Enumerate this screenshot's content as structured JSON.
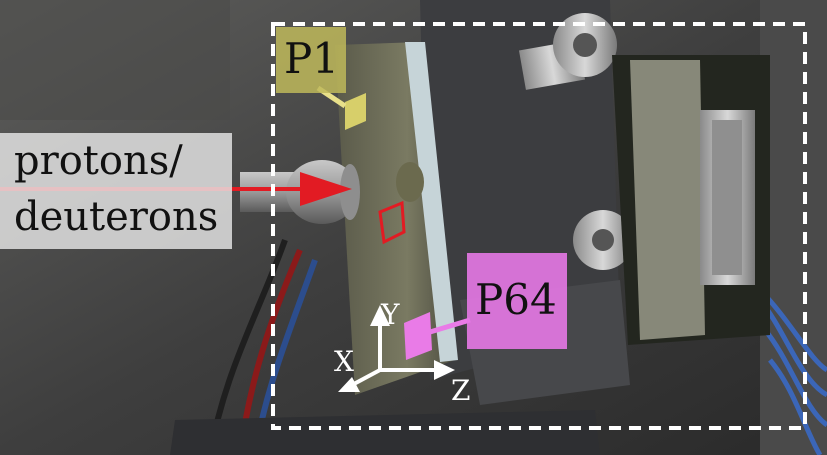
{
  "beam": {
    "line1": "protons/",
    "line2": "deuterons"
  },
  "pads": {
    "first": "P1",
    "last": "P64"
  },
  "axes": {
    "y": "Y",
    "x": "X",
    "z": "Z"
  },
  "colors": {
    "beam_arrow": "#e21b23",
    "p1_marker": "#d7cf6a",
    "p64_marker": "#e97be7",
    "frame": "#ffffff"
  }
}
